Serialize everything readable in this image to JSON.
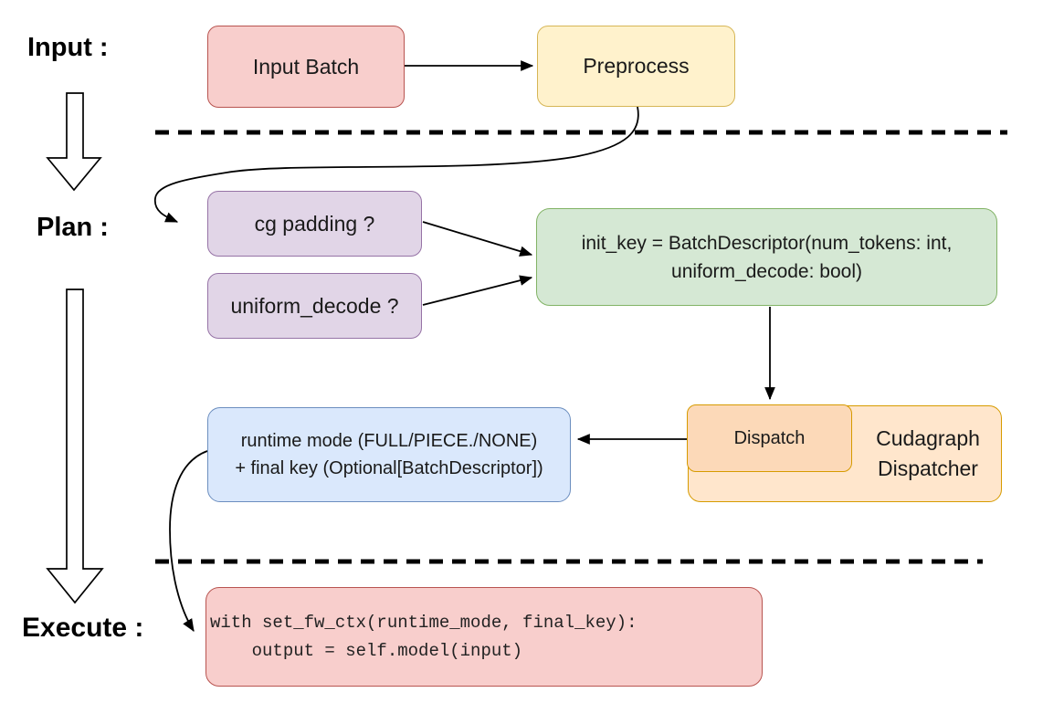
{
  "stages": {
    "input": "Input :",
    "plan": "Plan :",
    "execute": "Execute :"
  },
  "nodes": {
    "input_batch": {
      "label": "Input Batch"
    },
    "preprocess": {
      "label": "Preprocess"
    },
    "cg_padding": {
      "label": "cg padding ?"
    },
    "uniform_decode": {
      "label": "uniform_decode ?"
    },
    "init_key": {
      "line1": "init_key = BatchDescriptor(num_tokens: int,",
      "line2": "uniform_decode: bool)"
    },
    "dispatch": {
      "label": "Dispatch"
    },
    "cudagraph_dispatcher": {
      "line1": "Cudagraph",
      "line2": "Dispatcher"
    },
    "runtime_mode": {
      "line1": "runtime mode (FULL/PIECE./NONE)",
      "line2": "+ final key (Optional[BatchDescriptor])"
    },
    "execute_code": {
      "line1": "with set_fw_ctx(runtime_mode, final_key):",
      "line2": "    output = self.model(input)"
    }
  },
  "palette": {
    "red_fill": "#f8cecc",
    "red_stroke": "#b85450",
    "yellow_fill": "#fff2cc",
    "yellow_stroke": "#d6b656",
    "purple_fill": "#e1d5e7",
    "purple_stroke": "#9673a6",
    "green_fill": "#d5e8d4",
    "green_stroke": "#82b366",
    "blue_fill": "#dae8fc",
    "blue_stroke": "#6c8ebf",
    "orange_fill": "#ffe6cc",
    "orange_inner_fill": "#fcd9b8",
    "orange_stroke": "#d79b00",
    "connector": "#000000",
    "background": "#ffffff"
  }
}
